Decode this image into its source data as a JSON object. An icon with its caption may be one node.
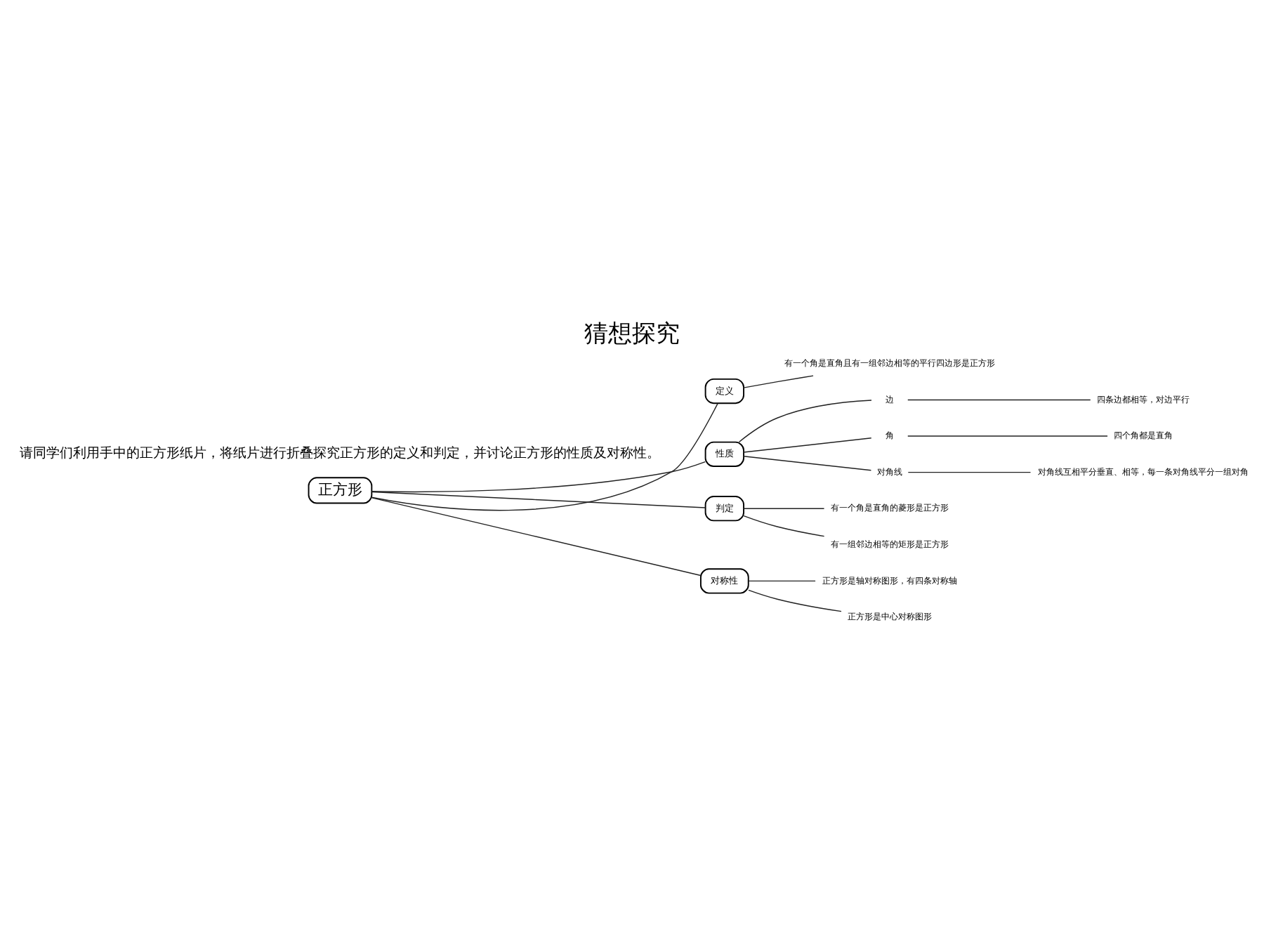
{
  "diagram": {
    "title": "猜想探究",
    "nodes": [
      {
        "text": [
          "正方形"
        ]
      },
      {
        "text": [
          "定义"
        ]
      },
      {
        "text": [
          "性质"
        ]
      },
      {
        "text": [
          "判定"
        ]
      },
      {
        "text": [
          "对称性"
        ]
      },
      {
        "text": [
          "有一个角是直角且有一组邻边相等的平行四边形是正方形"
        ]
      },
      {
        "text": [
          "边"
        ]
      },
      {
        "text": [
          "四条边都相等，对边平行"
        ]
      },
      {
        "text": [
          "角"
        ]
      },
      {
        "text": [
          "四个角都是直角"
        ]
      },
      {
        "text": [
          "对角线"
        ]
      },
      {
        "text": [
          "对角线互相平分垂直、相等，每一条对角线平分一组对角"
        ]
      },
      {
        "text": [
          "有一个角是直角的菱形是正方形"
        ]
      },
      {
        "text": [
          "有一组邻边相等的矩形是正方形"
        ]
      },
      {
        "text": [
          "正方形是轴对称图形，有四条对称轴"
        ]
      },
      {
        "text": [
          "正方形是中心对称图形"
        ]
      }
    ],
    "edges": [
      {
        "from": 0,
        "to": 1,
        "arrow": "none"
      },
      {
        "from": 0,
        "to": 2,
        "arrow": "none"
      },
      {
        "from": 0,
        "to": 3,
        "arrow": "none"
      },
      {
        "from": 0,
        "to": 4,
        "arrow": "none"
      },
      {
        "from": 1,
        "to": 5,
        "arrow": "none"
      },
      {
        "from": 2,
        "to": 6,
        "arrow": "none"
      },
      {
        "from": 2,
        "to": 8,
        "arrow": "none"
      },
      {
        "from": 2,
        "to": 10,
        "arrow": "none"
      },
      {
        "from": 6,
        "to": 7,
        "arrow": "none"
      },
      {
        "from": 8,
        "to": 9,
        "arrow": "none"
      },
      {
        "from": 10,
        "to": 11,
        "arrow": "none"
      },
      {
        "from": 3,
        "to": 12,
        "arrow": "none"
      },
      {
        "from": 3,
        "to": 13,
        "arrow": "none"
      },
      {
        "from": 4,
        "to": 14,
        "arrow": "none"
      },
      {
        "from": 4,
        "to": 15,
        "arrow": "none"
      }
    ],
    "labels": [
      "请同学们利用手中的正方形纸片，将纸片进行折叠探究正方形的定义和判定，并讨论正方形的性质及对称性。"
    ]
  }
}
